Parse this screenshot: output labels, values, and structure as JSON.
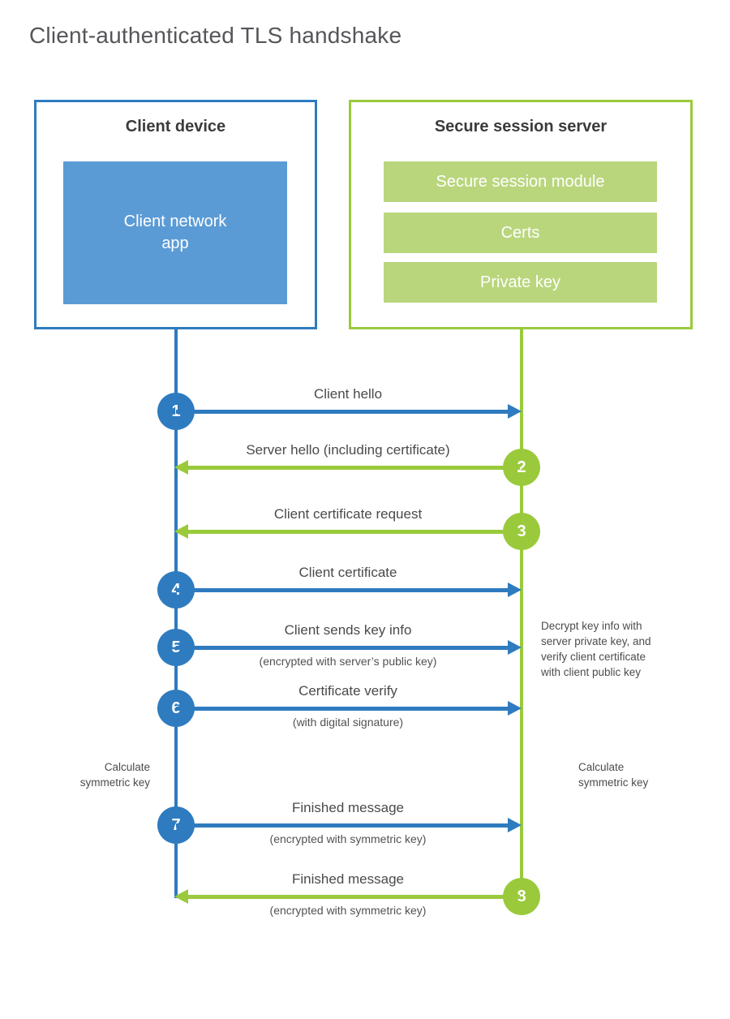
{
  "title": "Client-authenticated TLS handshake",
  "colors": {
    "blue_line": "#2e7bbf",
    "blue_fill": "#5b9bd5",
    "green_line": "#9aca3c",
    "green_fill": "#b9d67d",
    "title_gray": "#55565a",
    "text_gray": "#4a4a4c"
  },
  "client_box": {
    "title": "Client device",
    "app": "Client network\napp"
  },
  "server_box": {
    "title": "Secure session server",
    "modules": [
      "Secure session module",
      "Certs",
      "Private key"
    ]
  },
  "steps": [
    {
      "num": "1",
      "label": "Client hello",
      "sublabel": "",
      "actor": "client",
      "direction": "right"
    },
    {
      "num": "2",
      "label": "Server hello (including certificate)",
      "sublabel": "",
      "actor": "server",
      "direction": "left"
    },
    {
      "num": "3",
      "label": "Client certificate request",
      "sublabel": "",
      "actor": "server",
      "direction": "left"
    },
    {
      "num": "4",
      "label": "Client certificate",
      "sublabel": "",
      "actor": "client",
      "direction": "right"
    },
    {
      "num": "5",
      "label": "Client sends key info",
      "sublabel": "(encrypted with server’s public key)",
      "actor": "client",
      "direction": "right"
    },
    {
      "num": "6",
      "label": "Certificate verify",
      "sublabel": "(with digital signature)",
      "actor": "client",
      "direction": "right"
    },
    {
      "num": "7",
      "label": "Finished message",
      "sublabel": "(encrypted with symmetric key)",
      "actor": "client",
      "direction": "right"
    },
    {
      "num": "8",
      "label": "Finished message",
      "sublabel": "(encrypted with symmetric key)",
      "actor": "server",
      "direction": "left"
    }
  ],
  "notes": {
    "decrypt": "Decrypt key info with\nserver private key, and\nverify client certificate\nwith client public key",
    "calc_left": "Calculate\nsymmetric key",
    "calc_right": "Calculate\nsymmetric key"
  }
}
